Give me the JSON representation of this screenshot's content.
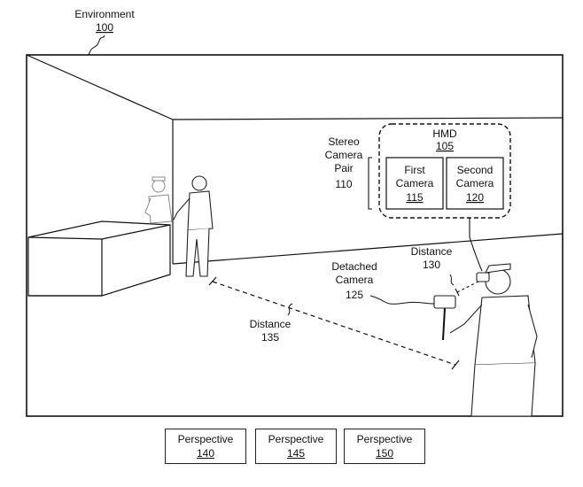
{
  "environment": {
    "label": "Environment",
    "ref": "100"
  },
  "stereo_camera_pair": {
    "line1": "Stereo",
    "line2": "Camera",
    "line3": "Pair",
    "ref": "110"
  },
  "hmd": {
    "label": "HMD",
    "ref": "105",
    "first_camera": {
      "line1": "First",
      "line2": "Camera",
      "ref": "115"
    },
    "second_camera": {
      "line1": "Second",
      "line2": "Camera",
      "ref": "120"
    }
  },
  "distance_a": {
    "label": "Distance",
    "ref": "130"
  },
  "detached_camera": {
    "line1": "Detached",
    "line2": "Camera",
    "ref": "125"
  },
  "distance_b": {
    "label": "Distance",
    "ref": "135"
  },
  "perspectives": [
    {
      "label": "Perspective",
      "ref": "140"
    },
    {
      "label": "Perspective",
      "ref": "145"
    },
    {
      "label": "Perspective",
      "ref": "150"
    }
  ]
}
